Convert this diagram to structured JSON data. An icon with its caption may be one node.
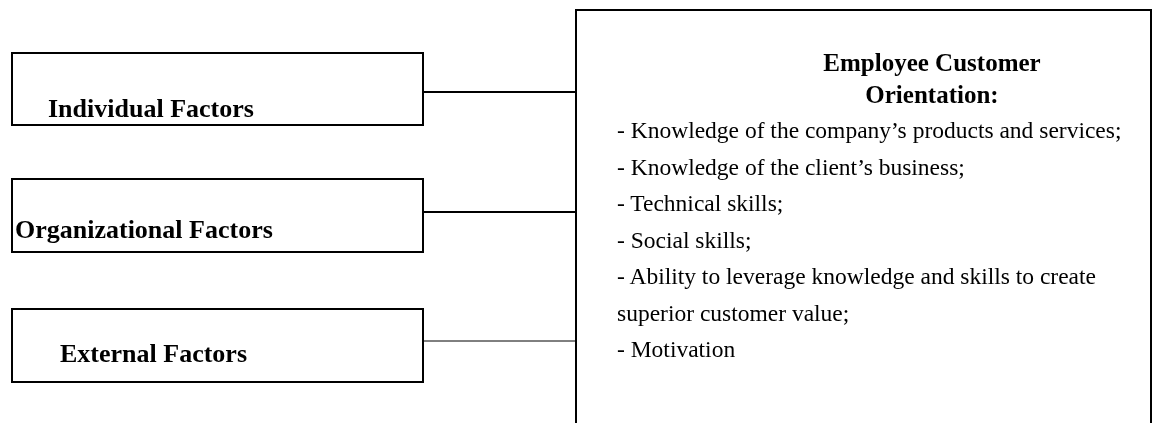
{
  "diagram": {
    "nodes": [
      {
        "text": [
          "Individual Factors"
        ]
      },
      {
        "text": [
          "Organizational Factors"
        ]
      },
      {
        "text": [
          "External Factors"
        ]
      },
      {
        "text": [
          "Employee Customer Orientation:",
          "- Knowledge of the company’s products and services;",
          "- Knowledge of the client’s business;",
          "- Technical skills;",
          "- Social skills;",
          "- Ability to leverage knowledge and skills to create superior customer value;",
          "- Motivation"
        ]
      }
    ],
    "edges": [
      {
        "from": 0,
        "to": 3,
        "arrow": "none"
      },
      {
        "from": 1,
        "to": 3,
        "arrow": "none"
      },
      {
        "from": 2,
        "to": 3,
        "arrow": "none"
      }
    ]
  }
}
